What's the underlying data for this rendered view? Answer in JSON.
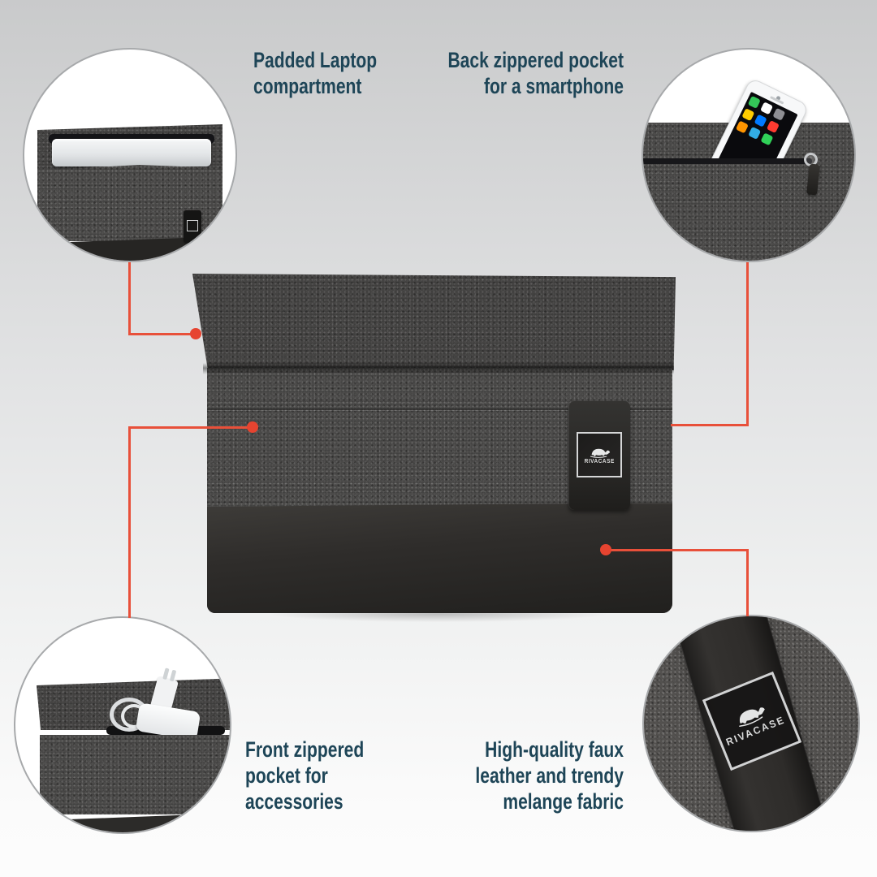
{
  "brand": {
    "name": "RIVACASE"
  },
  "icons": {
    "turtle_logo": "turtle silhouette brand mark",
    "zipper_pull": "metal zipper slider ring with leather tab"
  },
  "colors": {
    "accent_callout": "#e8503a",
    "label_text": "#1e4557",
    "background_top": "#c9cacb",
    "background_bottom": "#fbfbfb",
    "fabric_melange": "#4a4948",
    "leather_black": "#2a2927",
    "circle_border": "#a7a9ab",
    "laptop_silver": "#e3e6e8",
    "phone_white": "#f7f8f9"
  },
  "callouts": [
    {
      "id": "padded-laptop-compartment",
      "lines": [
        "Padded Laptop",
        "compartment"
      ],
      "align": "left"
    },
    {
      "id": "back-zippered-pocket",
      "lines": [
        "Back zippered pocket",
        "for a smartphone"
      ],
      "align": "right"
    },
    {
      "id": "front-zippered-pocket",
      "lines": [
        "Front zippered",
        "pocket for",
        "accessories"
      ],
      "align": "left"
    },
    {
      "id": "high-quality-materials",
      "lines": [
        "High-quality faux",
        "leather and trendy",
        "melange fabric"
      ],
      "align": "right"
    }
  ]
}
